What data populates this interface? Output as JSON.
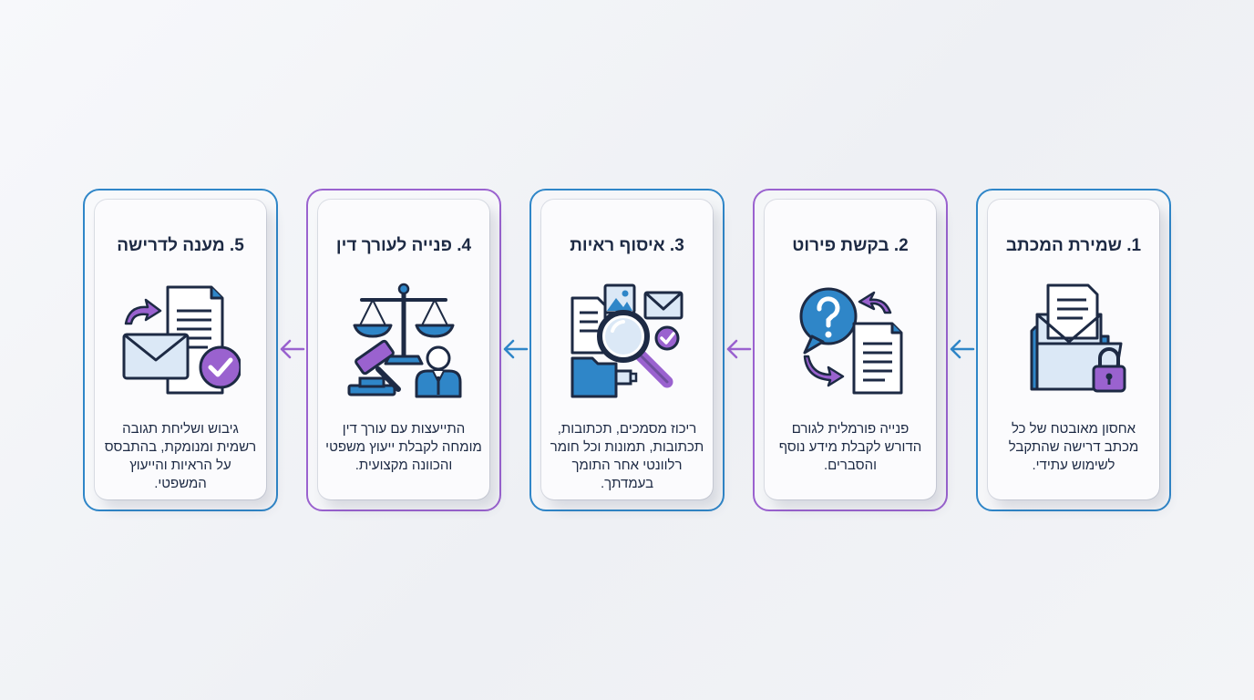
{
  "steps": [
    {
      "title": "1. שמירת המכתב",
      "description": "אחסון מאובטח של כל מכתב דרישה שהתקבל לשימוש עתידי.",
      "icon": "envelope-folder-lock-icon",
      "accent": "#2f86c8"
    },
    {
      "title": "2. בקשת פירוט",
      "description": "פנייה פורמלית לגורם הדורש לקבלת מידע נוסף והסברים.",
      "icon": "question-document-exchange-icon",
      "accent": "#9a62cf"
    },
    {
      "title": "3. איסוף ראיות",
      "description": "ריכוז מסמכים, תכתובות, תכתובות, תמונות וכל חומר רלוונטי אחר התומך בעמדתך.",
      "icon": "evidence-magnifier-icon",
      "accent": "#2f86c8"
    },
    {
      "title": "4. פנייה לעורך דין",
      "description": "התייעצות עם עורך דין מומחה לקבלת ייעוץ משפטי והכוונה מקצועית.",
      "icon": "scales-gavel-lawyer-icon",
      "accent": "#9a62cf"
    },
    {
      "title": "5. מענה לדרישה",
      "description": "גיבוש ושליחת תגובה רשמית ומנומקת, בהתבסס על הראיות והייעוץ המשפטי.",
      "icon": "envelope-document-check-icon",
      "accent": "#2f86c8"
    }
  ],
  "colors": {
    "blue": "#2f86c8",
    "purple": "#9a62cf",
    "navy": "#1d2a44",
    "light_blue": "#dbe8f6"
  }
}
